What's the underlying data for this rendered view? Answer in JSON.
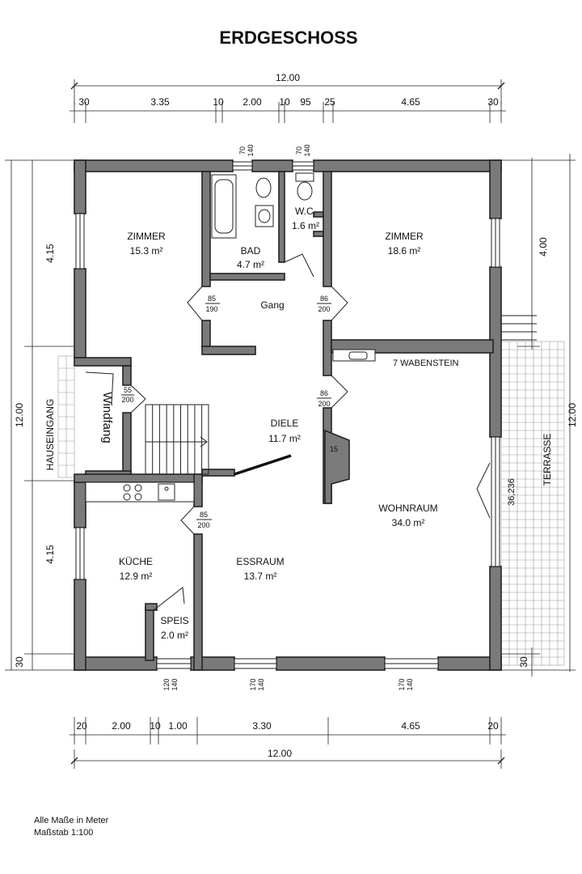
{
  "title": "ERDGESCHOSS",
  "rooms": {
    "zimmer1": {
      "name": "ZIMMER",
      "area": "15.3 m²"
    },
    "bad": {
      "name": "BAD",
      "area": "4.7 m²"
    },
    "wc": {
      "name": "W.C.",
      "area": "1.6 m²"
    },
    "zimmer2": {
      "name": "ZIMMER",
      "area": "18.6 m²"
    },
    "gang": {
      "name": "Gang"
    },
    "diele": {
      "name": "DIELE",
      "area": "11.7 m²"
    },
    "windfang": {
      "name": "Windfang"
    },
    "wohnraum": {
      "name": "WOHNRAUM",
      "area": "34.0 m²"
    },
    "kueche": {
      "name": "KÜCHE",
      "area": "12.9 m²"
    },
    "essraum": {
      "name": "ESSRAUM",
      "area": "13.7 m²"
    },
    "speis": {
      "name": "SPEIS",
      "area": "2.0 m²"
    }
  },
  "labels": {
    "wabenstein": "7 WABENSTEIN",
    "hauseingang": "HAUSEINGANG",
    "terrasse": "TERRASSE",
    "stair_angle": "36,236",
    "stove_mark": "15"
  },
  "doors": {
    "d1_top": "85",
    "d1_bot": "190",
    "d2_top": "86",
    "d2_bot": "200",
    "d3_top": "86",
    "d3_bot": "200",
    "d4_top": "55",
    "d4_bot": "200",
    "d5_top": "85",
    "d5_bot": "200"
  },
  "windows": {
    "top1_a": "70",
    "top1_b": "140",
    "top2_a": "70",
    "top2_b": "140",
    "bot1_a": "120",
    "bot1_b": "140",
    "bot2_a": "170",
    "bot2_b": "140",
    "bot3_a": "170",
    "bot3_b": "140"
  },
  "dims_top": {
    "total": "12.00",
    "segments": [
      "30",
      "3.35",
      "10",
      "2.00",
      "10",
      "95",
      "25",
      "4.65",
      "30"
    ]
  },
  "dims_bottom": {
    "total": "12.00",
    "segments": [
      "20",
      "2.00",
      "10",
      "1.00",
      "3.30",
      "4.65",
      "20"
    ]
  },
  "dims_left": {
    "total": "12.00",
    "upper": "4.15",
    "lower": "4.15",
    "bottom": "30"
  },
  "dims_right": {
    "total": "12.00",
    "upper": "4.00",
    "bottom": "30"
  },
  "footnote": {
    "line1": "Alle Maße in Meter",
    "line2": "Maßstab 1:100"
  }
}
